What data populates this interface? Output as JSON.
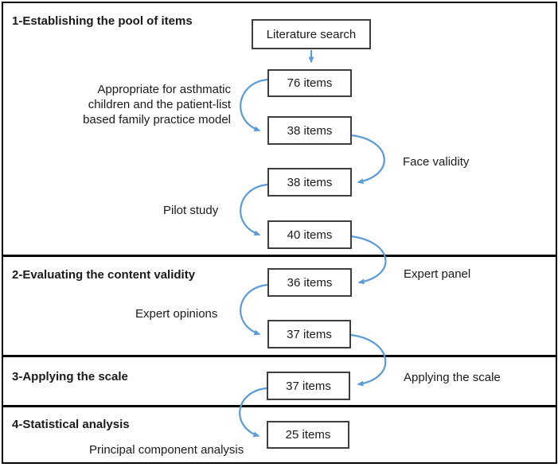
{
  "figure": {
    "kind": "flow-diagram",
    "background_color": "#ffffff",
    "frame_color": "#000000",
    "box_border_color": "#3f3f3f",
    "arrow_color": "#5b9bd5",
    "text_color": "#1a1a1a"
  },
  "sections": [
    {
      "title": "1-Establishing the pool of items"
    },
    {
      "title": "2-Evaluating the content validity"
    },
    {
      "title": "3-Applying the scale"
    },
    {
      "title": "4-Statistical analysis"
    }
  ],
  "boxes": [
    {
      "label": "Literature search"
    },
    {
      "label": "76 items"
    },
    {
      "label": "38 items"
    },
    {
      "label": "38 items"
    },
    {
      "label": "40 items"
    },
    {
      "label": "36 items"
    },
    {
      "label": "37 items"
    },
    {
      "label": "37 items"
    },
    {
      "label": "25 items"
    }
  ],
  "annotations": {
    "pool_note_lines": [
      "Appropriate for asthmatic",
      "children and the patient-list",
      "based family practice model"
    ],
    "face_validity": "Face validity",
    "pilot_study": "Pilot study",
    "expert_panel": "Expert panel",
    "expert_opinions": "Expert opinions",
    "applying_the_scale": "Applying the scale",
    "principal_component_analysis": "Principal component analysis"
  }
}
